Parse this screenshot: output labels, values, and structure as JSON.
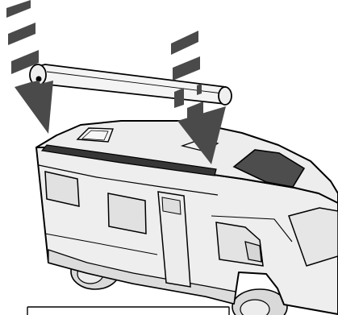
{
  "illustration": {
    "subject": "motorhome-awning-mounting",
    "colors": {
      "outline": "#000000",
      "body": "#eeeeee",
      "body_shade": "#dcdcdc",
      "roof": "#ededed",
      "windows": "#e1e1e1",
      "dark_windows": "#4d4d4d",
      "rail_strip": "#363636",
      "arrows": "#4a4a4a",
      "awning_tube": "#f4f4f4",
      "tires": "#d9d9d9",
      "caption_box": "#ffffff"
    },
    "arrows": [
      {
        "direction": "down",
        "meaning": "lower-awning-onto-roof-left"
      },
      {
        "direction": "down",
        "meaning": "lower-awning-onto-roof-right"
      }
    ]
  }
}
